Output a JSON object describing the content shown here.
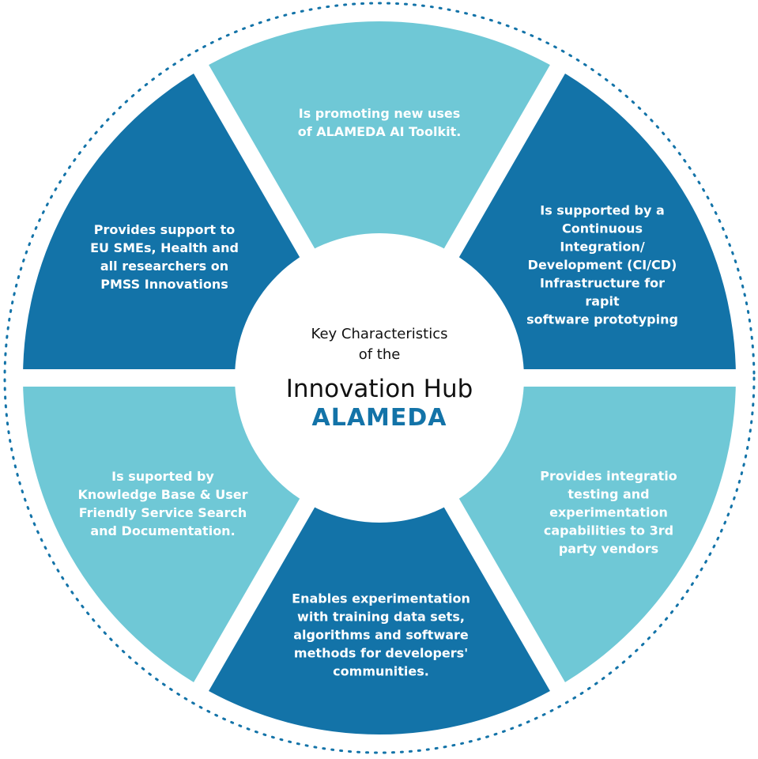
{
  "colors": {
    "dark": "#1373a8",
    "light": "#6fc8d6",
    "accent": "#1373a8"
  },
  "center": {
    "subtitle": "Key Characteristics\nof the",
    "title": "Innovation Hub",
    "brand": "ALAMEDA"
  },
  "segments": [
    {
      "tone": "light",
      "text": "Is promoting new uses\nof ALAMEDA AI Toolkit."
    },
    {
      "tone": "dark",
      "text": "Is supported by a\nContinuous Integration/\nDevelopment (CI/CD)\nInfrastructure for rapit\nsoftware prototyping"
    },
    {
      "tone": "light",
      "text": "Provides integratio\ntesting and\nexperimentation\ncapabilities to 3rd\nparty vendors"
    },
    {
      "tone": "dark",
      "text": "Enables experimentation\nwith training data sets,\nalgorithms and software\nmethods for developers'\ncommunities."
    },
    {
      "tone": "light",
      "text": "Is suported by\nKnowledge Base & User\nFriendly Service Search\nand Documentation."
    },
    {
      "tone": "dark",
      "text": "Provides support to\nEU SMEs, Health and\nall researchers on\nPMSS Innovations"
    }
  ]
}
